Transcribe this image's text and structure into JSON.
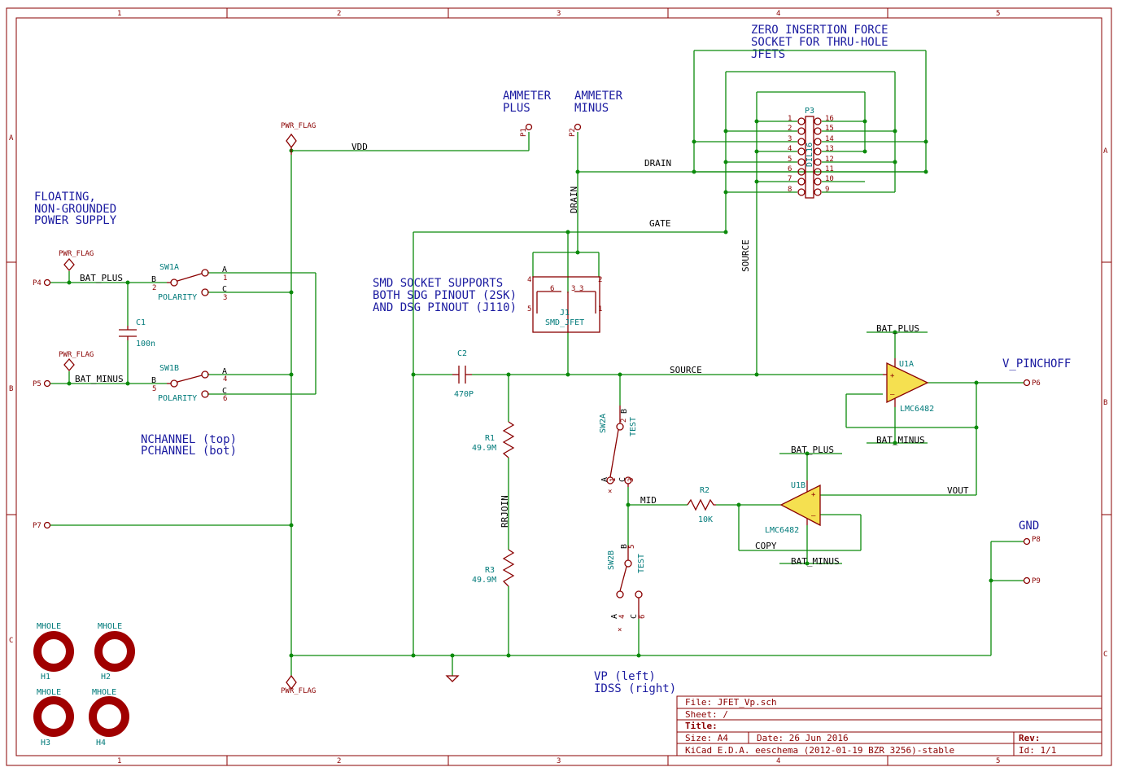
{
  "notes": {
    "zif": [
      "ZERO INSERTION FORCE",
      "SOCKET FOR THRU-HOLE",
      "JFETS"
    ],
    "ammeter_plus": [
      "AMMETER",
      "PLUS"
    ],
    "ammeter_minus": [
      "AMMETER",
      "MINUS"
    ],
    "floating": [
      "FLOATING,",
      "NON-GROUNDED",
      "POWER SUPPLY"
    ],
    "smd": [
      "SMD SOCKET SUPPORTS",
      "BOTH SDG PINOUT (2SK)",
      "AND DSG PINOUT (J110)"
    ],
    "channel": [
      "NCHANNEL (top)",
      "PCHANNEL (bot)"
    ],
    "vp": [
      "VP (left)",
      "IDSS (right)"
    ],
    "v_pinchoff": "V_PINCHOFF",
    "gnd": "GND"
  },
  "nets": {
    "vdd": "VDD",
    "drain_h": "DRAIN",
    "drain_v": "DRAIN",
    "gate": "GATE",
    "source_v": "SOURCE",
    "source_h": "SOURCE",
    "bat_plus_1": "BAT_PLUS",
    "bat_minus_1": "BAT_MINUS",
    "bat_plus_2": "BAT_PLUS",
    "bat_minus_2": "BAT_MINUS",
    "bat_plus_3": "BAT_PLUS",
    "bat_minus_3": "BAT_MINUS",
    "vout": "VOUT",
    "mid": "MID",
    "copy": "COPY",
    "rrjoin": "RRJOIN"
  },
  "components": {
    "p1": "P1",
    "p2": "P2",
    "p4": "P4",
    "p5": "P5",
    "p6": "P6",
    "p7": "P7",
    "p8": "P8",
    "p9": "P9",
    "p3": "P3",
    "p3_val": "DIL16",
    "j1": "J1",
    "j1_val": "SMD_JFET",
    "c1": "C1",
    "c1_val": "100n",
    "c2": "C2",
    "c2_val": "470P",
    "r1": "R1",
    "r1_val": "49.9M",
    "r3": "R3",
    "r3_val": "49.9M",
    "r2": "R2",
    "r2_val": "10K",
    "u1a": "U1A",
    "u1a_val": "LMC6482",
    "u1b": "U1B",
    "u1b_val": "LMC6482",
    "sw1a": "SW1A",
    "sw1b": "SW1B",
    "sw1a_val": "POLARITY",
    "sw1b_val": "POLARITY",
    "sw2a": "SW2A",
    "sw2b": "SW2B",
    "sw2a_val": "TEST",
    "sw2b_val": "TEST",
    "pwr_flag": "PWR_FLAG",
    "mhole": "MHOLE",
    "h1": "H1",
    "h2": "H2",
    "h3": "H3",
    "h4": "H4"
  },
  "dil_left_pins": [
    "1",
    "2",
    "3",
    "4",
    "5",
    "6",
    "7",
    "8"
  ],
  "dil_right_pins": [
    "16",
    "15",
    "14",
    "13",
    "12",
    "11",
    "10",
    "9"
  ],
  "switch_pins": {
    "a": "A",
    "b": "B",
    "c": "C",
    "sw1a_1": "1",
    "sw1a_2": "2",
    "sw1a_3": "3",
    "sw1b_4": "4",
    "sw1b_5": "5",
    "sw1b_6": "6",
    "sw2a_1": "1",
    "sw2a_2": "2",
    "sw2a_3": "3",
    "sw2b_4": "4",
    "sw2b_5": "5",
    "sw2b_6": "6"
  },
  "border": {
    "cols": [
      "1",
      "2",
      "3",
      "4",
      "5"
    ],
    "rows": [
      "A",
      "B",
      "C"
    ]
  },
  "title_block": {
    "file": "File: JFET_Vp.sch",
    "sheet": "Sheet: /",
    "title": "Title:",
    "size": "Size: A4",
    "date": "Date: 26 Jun 2016",
    "rev": "Rev:",
    "kicad": "KiCad E.D.A.  eeschema (2012-01-19 BZR 3256)-stable",
    "id": "Id: 1/1"
  },
  "colors": {
    "wire": "#0b8a0b",
    "component": "#8a0000",
    "note": "#1a1aa0",
    "reference": "#007a7a",
    "opamp_fill": "#f5e050"
  }
}
